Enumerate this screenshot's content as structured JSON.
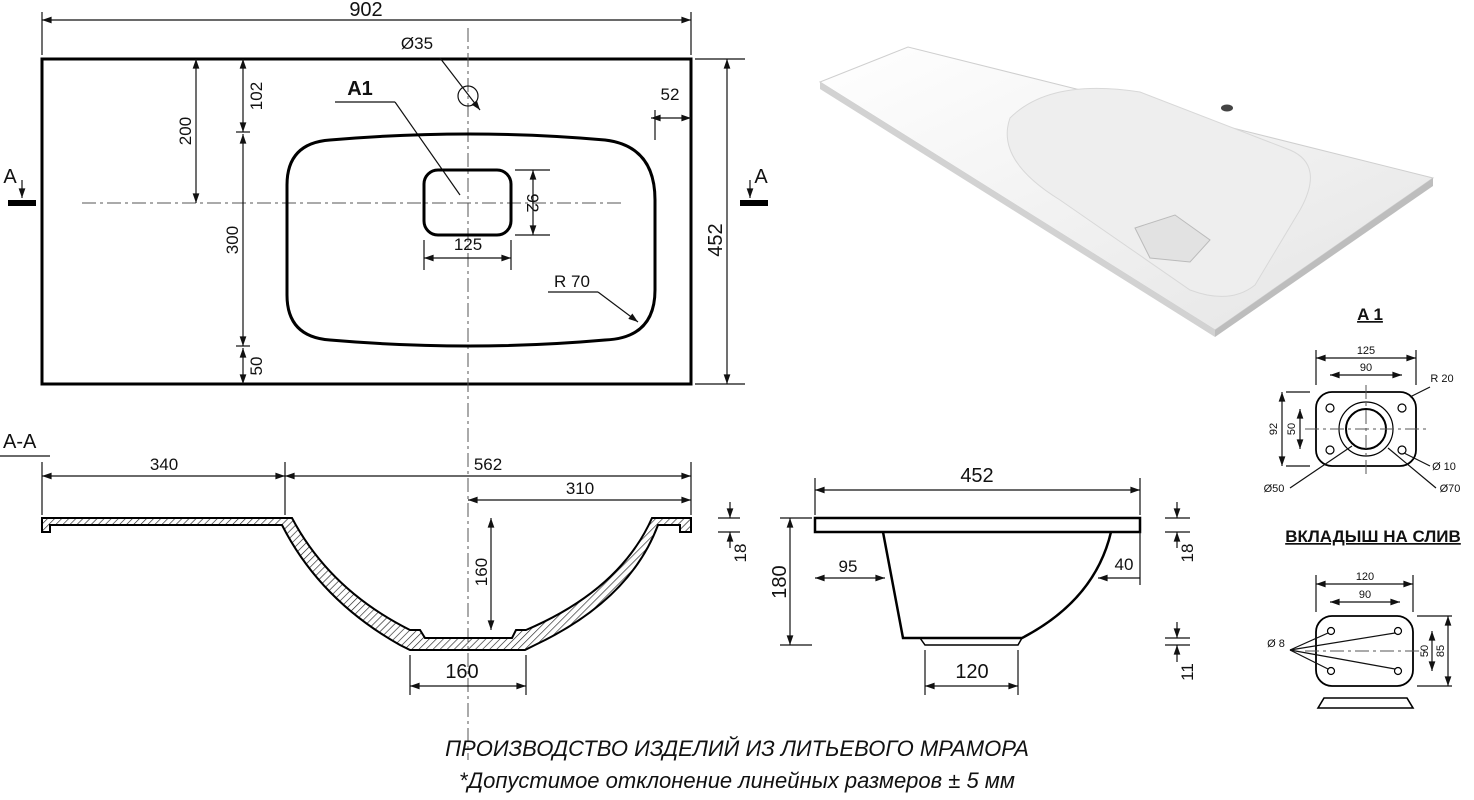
{
  "plan": {
    "overall_width": "902",
    "faucet_hole": "Ø35",
    "a1_callout": "A1",
    "right_margin": "52",
    "dim_200": "200",
    "dim_102": "102",
    "dim_300": "300",
    "dim_50": "50",
    "overall_depth": "452",
    "drain_w": "125",
    "drain_h": "92",
    "bowl_radius": "R 70",
    "section_mark": "A"
  },
  "section": {
    "title": "A-A",
    "dim_340": "340",
    "dim_562": "562",
    "dim_310": "310",
    "dim_160_depth": "160",
    "dim_160_bottom": "160",
    "dim_18": "18"
  },
  "side": {
    "width": "452",
    "height": "180",
    "dim_95": "95",
    "dim_40": "40",
    "dim_18": "18",
    "dim_120": "120",
    "dim_11": "11"
  },
  "detail_a1": {
    "title": "A 1",
    "w_125": "125",
    "w_90": "90",
    "radius": "R 20",
    "h_92": "92",
    "h_50": "50",
    "d_50": "Ø50",
    "d_10": "Ø 10",
    "d_70": "Ø70"
  },
  "insert": {
    "title": "ВКЛАДЫШ НА СЛИВ",
    "w_120": "120",
    "w_90": "90",
    "d_8": "Ø 8",
    "h_50": "50",
    "h_85": "85"
  },
  "footer": {
    "line1": "ПРОИЗВОДСТВО ИЗДЕЛИЙ ИЗ ЛИТЬЕВОГО МРАМОРА",
    "line2": "*Допустимое отклонение линейных размеров ±   5 мм"
  },
  "colors": {
    "line": "#111111",
    "background": "#ffffff"
  }
}
